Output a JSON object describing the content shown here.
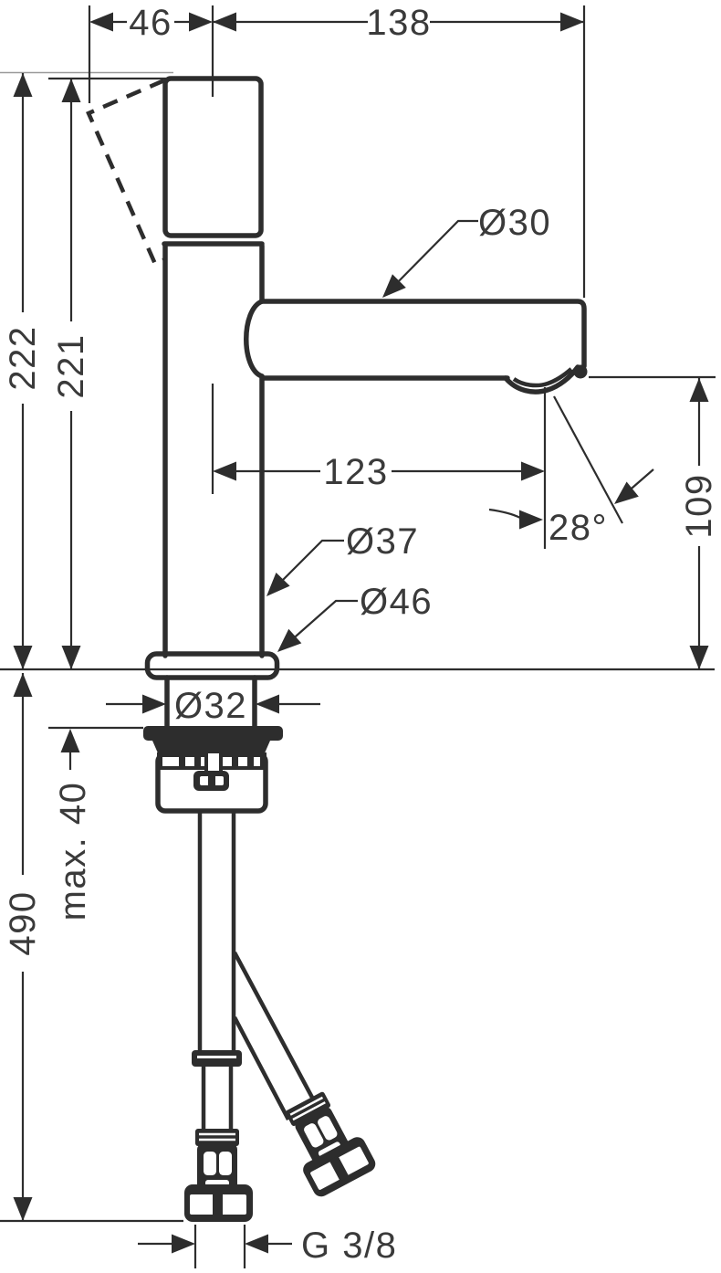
{
  "diagram": {
    "type": "technical-drawing",
    "subject": "Single-hole basin mixer faucet, dimensioned side elevation with supply hoses",
    "units": "mm",
    "labels": {
      "dim_46": "46",
      "dim_138": "138",
      "dim_222": "222",
      "dim_221": "221",
      "dia_30": "Ø30",
      "dim_123": "123",
      "angle_28": "28°",
      "dim_109": "109",
      "dia_37": "Ø37",
      "dia_46": "Ø46",
      "dia_32": "Ø32",
      "max_40": "max. 40",
      "dim_490": "490",
      "thread": "G 3/8"
    },
    "colors": {
      "outline": "#2d2d2d",
      "dimension_line": "#2d2d2d",
      "text": "#3a3a3a",
      "light_reference_line": "#9a9a9a",
      "background": "#ffffff"
    }
  }
}
